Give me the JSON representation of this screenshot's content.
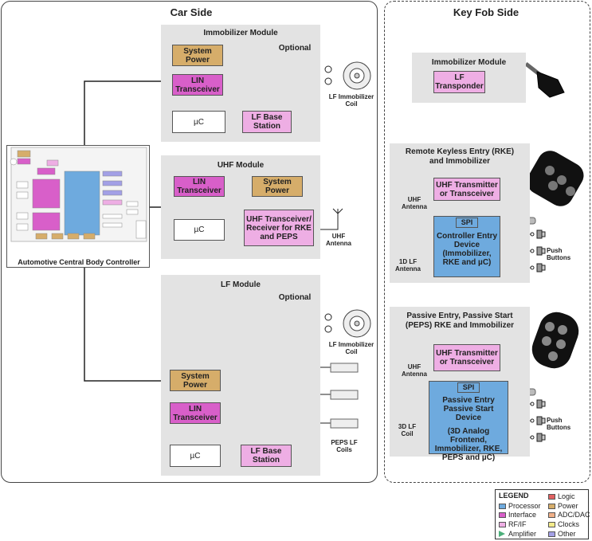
{
  "car_side": {
    "title": "Car Side",
    "central": {
      "caption": "Automotive Central Body Controller"
    },
    "immobilizer": {
      "title": "Immobilizer Module",
      "system_power": "System Power",
      "lin": "LIN Transceiver",
      "uc": "µC",
      "lf_base": "LF Base Station",
      "optional": "Optional",
      "coil": "LF Immobilizer Coil"
    },
    "uhf": {
      "title": "UHF Module",
      "lin": "LIN Transceiver",
      "system_power": "System Power",
      "uc": "µC",
      "transceiver": "UHF Transceiver/ Receiver for RKE and PEPS",
      "antenna": "UHF Antenna"
    },
    "lf": {
      "title": "LF Module",
      "optional": "Optional",
      "coil": "LF Immobilizer Coil",
      "system_power": "System Power",
      "lin": "LIN Transceiver",
      "uc": "µC",
      "lf_base": "LF Base Station",
      "peps_coils": "PEPS LF Coils"
    }
  },
  "keyfob_side": {
    "title": "Key Fob Side",
    "immobilizer": {
      "title": "Immobilizer Module",
      "transponder": "LF Transponder"
    },
    "rke": {
      "title": "Remote Keyless Entry (RKE) and Immobilizer",
      "uhf_tx": "UHF Transmitter or Transceiver",
      "antenna": "UHF Antenna",
      "spi": "SPI",
      "controller": "Controller Entry Device (Immobilizer, RKE and µC)",
      "lf_antenna": "1D LF Antenna",
      "push": "Push Buttons"
    },
    "peps": {
      "title": "Passive Entry, Passive Start (PEPS) RKE and Immobilizer",
      "uhf_tx": "UHF Transmitter or Transceiver",
      "antenna": "UHF Antenna",
      "spi": "SPI",
      "device_title": "Passive Entry Passive Start Device",
      "device_detail": "(3D Analog Frontend, Immobilizer, RKE, PEPS and µC)",
      "coil": "3D LF Coil",
      "push": "Push Buttons"
    }
  },
  "legend": {
    "title": "LEGEND",
    "items": [
      {
        "label": "Processor",
        "color": "#6eaade"
      },
      {
        "label": "Logic",
        "color": "#e06060"
      },
      {
        "label": "Interface",
        "color": "#d85fc9"
      },
      {
        "label": "Power",
        "color": "#d6ad6a"
      },
      {
        "label": "RF/IF",
        "color": "#eeaee4"
      },
      {
        "label": "ADC/DAC",
        "color": "#f0b088"
      },
      {
        "label": "Amplifier",
        "color": "#4caf7a"
      },
      {
        "label": "Clocks",
        "color": "#f3ea8a"
      },
      {
        "label": "Other",
        "color": "#a3a0e6"
      }
    ]
  }
}
